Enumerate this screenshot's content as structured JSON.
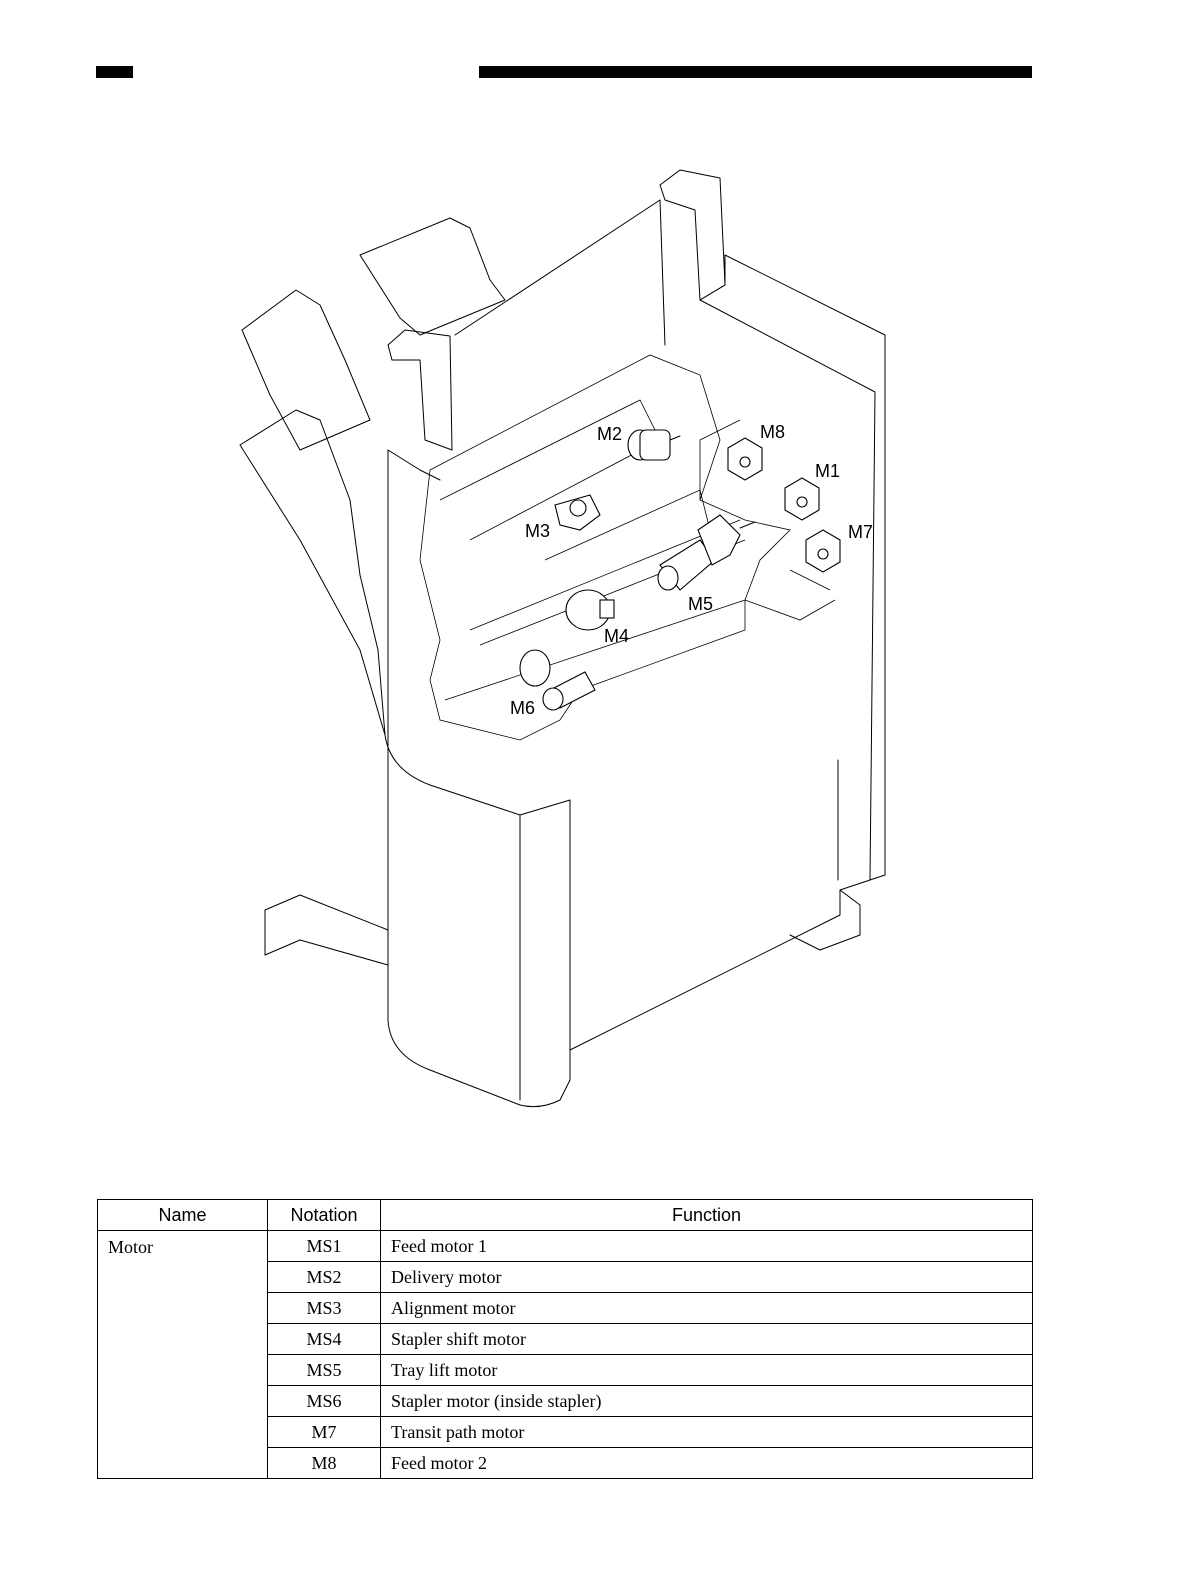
{
  "diagram": {
    "labels": [
      "M2",
      "M8",
      "M1",
      "M7",
      "M3",
      "M5",
      "M4",
      "M6"
    ]
  },
  "table": {
    "headers": {
      "name": "Name",
      "notation": "Notation",
      "function": "Function"
    },
    "group_name": "Motor",
    "rows": [
      {
        "notation": "MS1",
        "function": "Feed motor 1"
      },
      {
        "notation": "MS2",
        "function": "Delivery motor"
      },
      {
        "notation": "MS3",
        "function": "Alignment motor"
      },
      {
        "notation": "MS4",
        "function": "Stapler shift motor"
      },
      {
        "notation": "MS5",
        "function": "Tray lift motor"
      },
      {
        "notation": "MS6",
        "function": "Stapler motor (inside stapler)"
      },
      {
        "notation": "M7",
        "function": "Transit path motor"
      },
      {
        "notation": "M8",
        "function": "Feed motor 2"
      }
    ]
  }
}
